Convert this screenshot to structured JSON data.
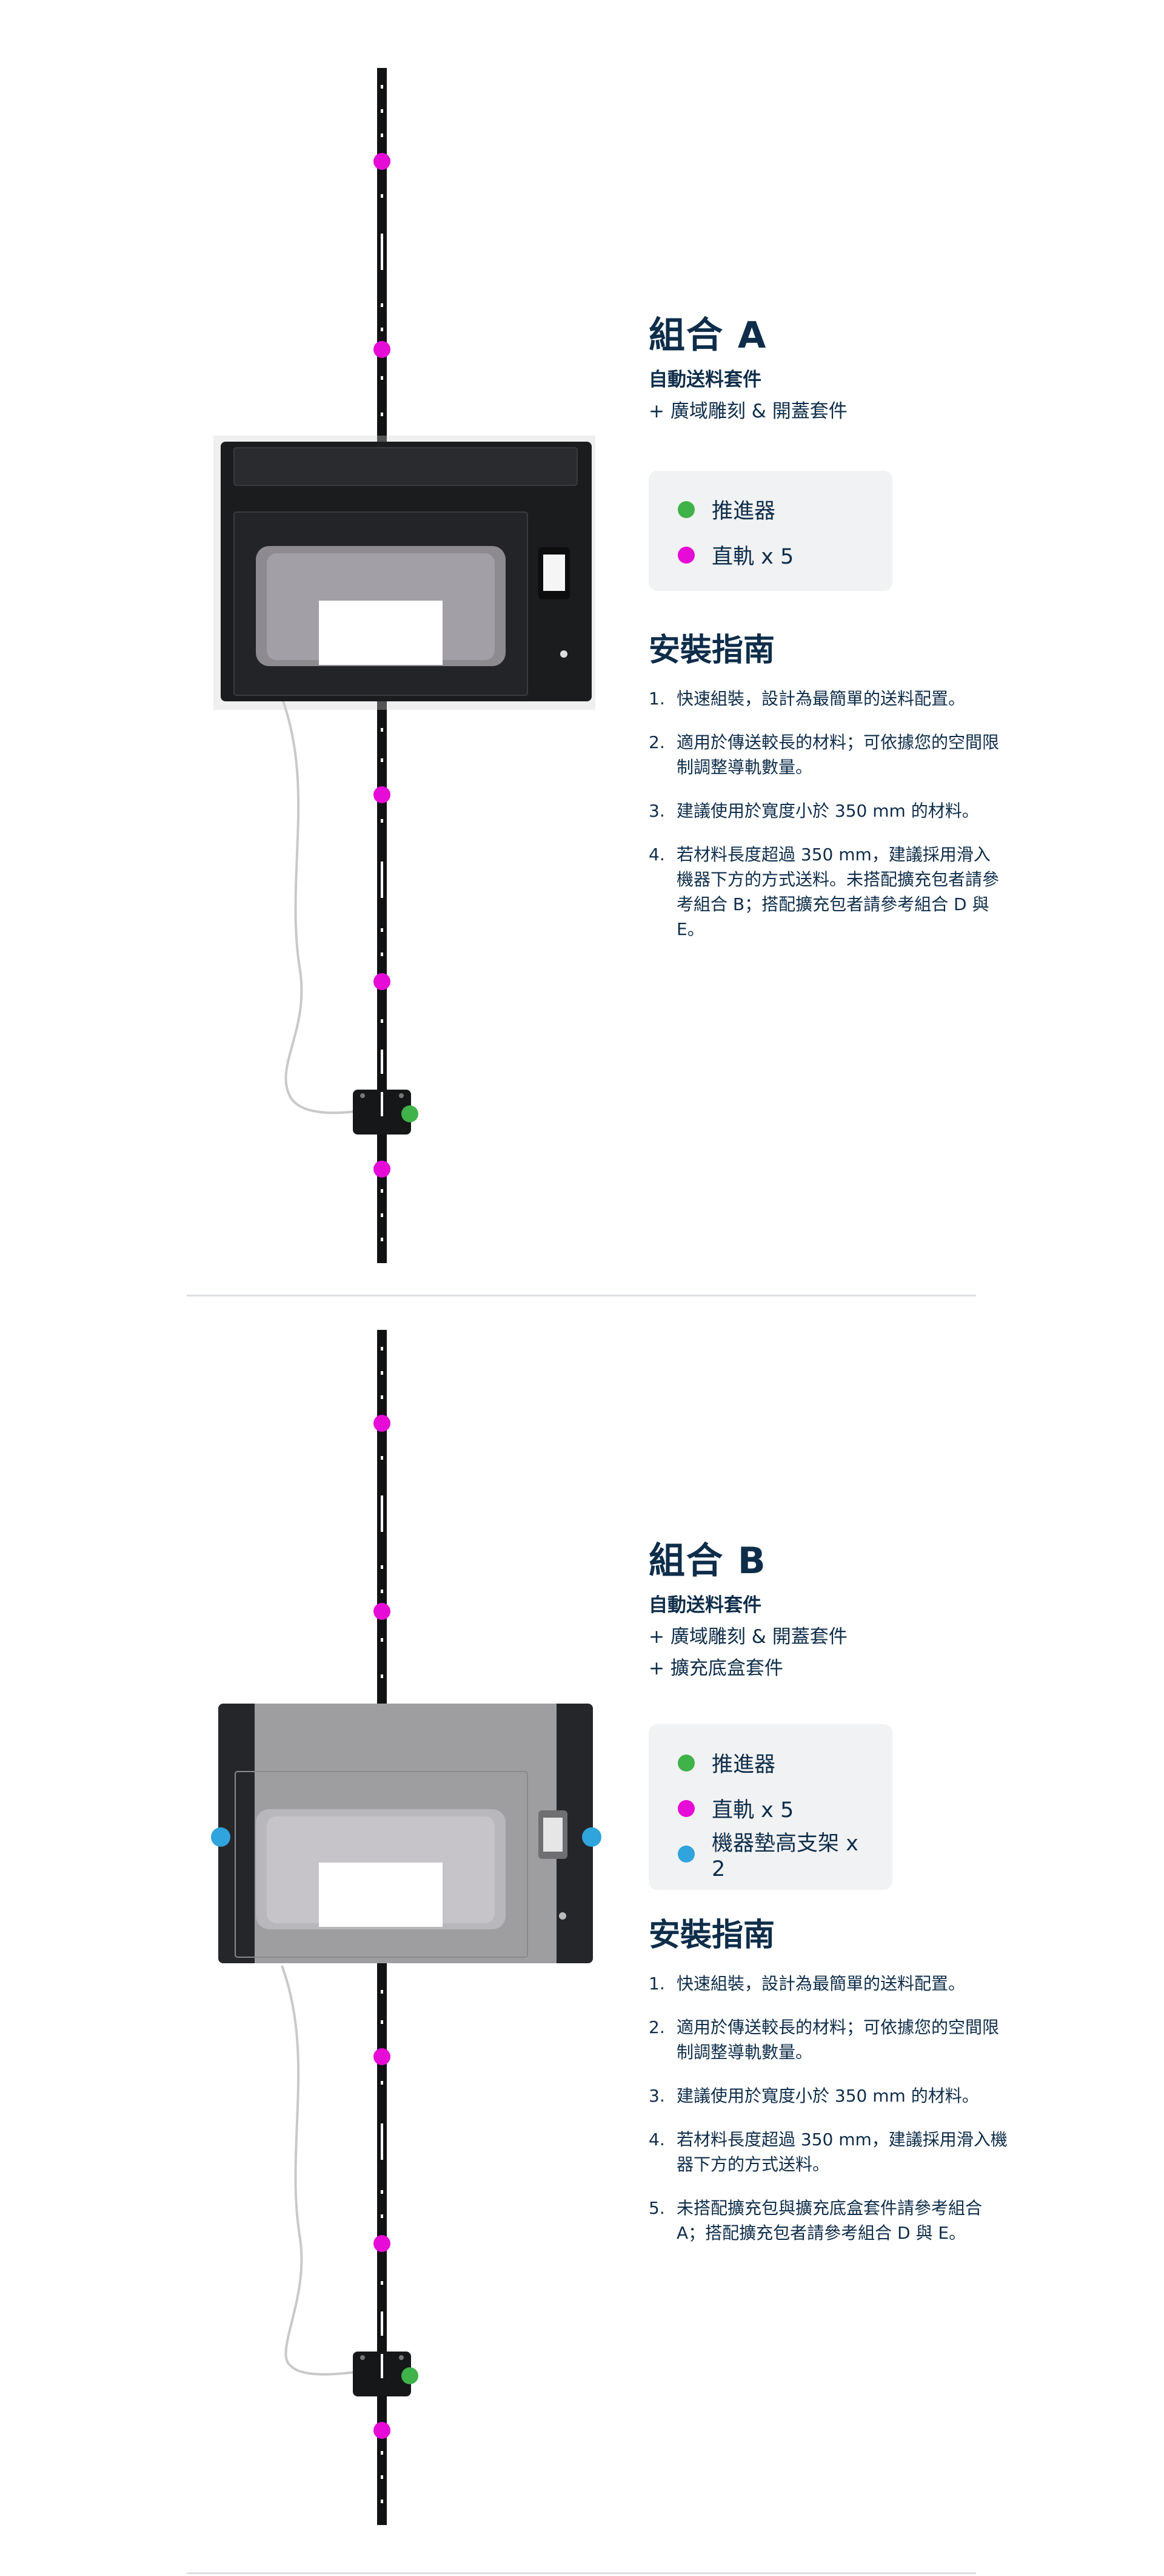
{
  "combos": [
    {
      "title": "組合 A",
      "kit": "自動送料套件",
      "addons": [
        "+ 廣域雕刻 & 開蓋套件"
      ],
      "legend": [
        {
          "label": "推進器",
          "color": "#3fb24a"
        },
        {
          "label": "直軌 x 5",
          "color": "#e60bd6"
        }
      ],
      "guide_title": "安裝指南",
      "guide": [
        {
          "num": "1.",
          "text": "快速組裝，設計為最簡單的送料配置。"
        },
        {
          "num": "2.",
          "text": "適用於傳送較長的材料；可依據您的空間限制調整導軌數量。"
        },
        {
          "num": "3.",
          "text": "建議使用於寬度小於 350 mm 的材料。"
        },
        {
          "num": "4.",
          "text": "若材料長度超過 350 mm，建議採用滑入機器下方的方式送料。未搭配擴充包者請參考組合 B；搭配擴充包者請參考組合 D 與 E。"
        }
      ]
    },
    {
      "title": "組合 B",
      "kit": "自動送料套件",
      "addons": [
        "+ 廣域雕刻 & 開蓋套件",
        "+ 擴充底盒套件"
      ],
      "legend": [
        {
          "label": "推進器",
          "color": "#3fb24a"
        },
        {
          "label": "直軌 x 5",
          "color": "#e60bd6"
        },
        {
          "label": "機器墊高支架 x 2",
          "color": "#2fa4dd"
        }
      ],
      "guide_title": "安裝指南",
      "guide": [
        {
          "num": "1.",
          "text": "快速組裝，設計為最簡單的送料配置。"
        },
        {
          "num": "2.",
          "text": "適用於傳送較長的材料；可依據您的空間限制調整導軌數量。"
        },
        {
          "num": "3.",
          "text": "建議使用於寬度小於 350 mm 的材料。"
        },
        {
          "num": "4.",
          "text": "若材料長度超過 350 mm，建議採用滑入機器下方的方式送料。"
        },
        {
          "num": "5.",
          "text": "未搭配擴充包與擴充底盒套件請參考組合 A；搭配擴充包者請參考組合 D 與 E。"
        }
      ]
    }
  ]
}
